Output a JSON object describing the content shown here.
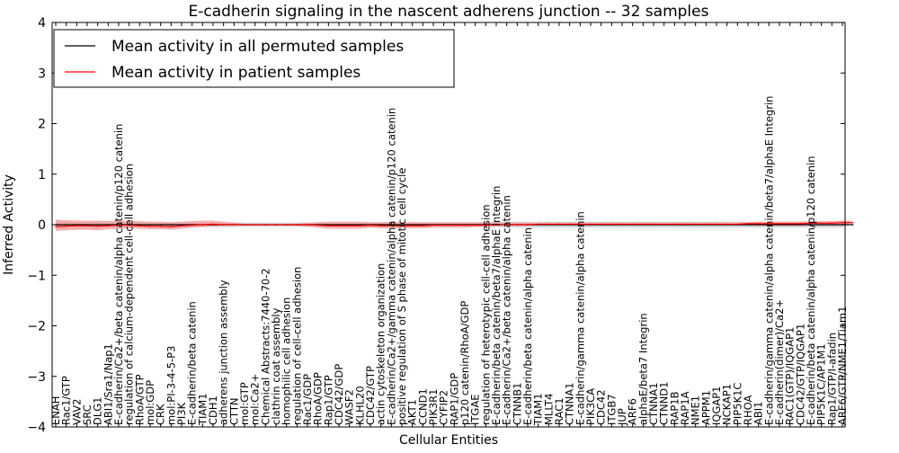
{
  "chart_data": {
    "type": "line",
    "title": "E-cadherin signaling in the nascent adherens junction -- 32 samples",
    "xlabel": "Cellular Entities",
    "ylabel": "Inferred Activity",
    "ylim": [
      -4,
      4
    ],
    "yticks": [
      "4",
      "3",
      "2",
      "1",
      "0",
      "−1",
      "−2",
      "−3",
      "−4"
    ],
    "grid": false,
    "legend_position": "top-left",
    "colors": {
      "permuted": "#000000",
      "patient": "#ff0000",
      "patient_band": "#f4a0a0",
      "permuted_band": "#c8c8cc"
    },
    "categories": [
      "ENAH",
      "Rac1/GTP",
      "VAV2",
      "SRC",
      "DLG1",
      "ABI1/Sra1/Nap1",
      "E-cadherin/Ca2+/beta catenin/alpha catenin/p120 catenin",
      "regulation of calcium-dependent cell-cell adhesion",
      "RhoA/GTP",
      "mol:GDP",
      "CRK",
      "mol:PI-3-4-5-P3",
      "PI3K",
      "E-cadherin/beta catenin",
      "TIAM1",
      "CDH1",
      "adherens junction assembly",
      "CTTN",
      "mol:GTP",
      "mol:Ca2+",
      "Chemical Abstracts:7440-70-2",
      "clathrin coat assembly",
      "homophilic cell adhesion",
      "regulation of cell-cell adhesion",
      "Rac1/GDP",
      "RhoA/GDP",
      "Rap1/GTP",
      "CDC42/GDP",
      "WASF2",
      "KLHL20",
      "CDC42/GTP",
      "actin cytoskeleton organization",
      "E-cadherin/Ca2+/gamma catenin/alpha catenin/p120 catenin",
      "positive regulation of S phase of mitotic cell cycle",
      "AKT1",
      "CCND1",
      "PIK3R1",
      "CYFIP2",
      "RAP1/GDP",
      "p120 catenin/RhoA/GDP",
      "ITGAE",
      "regulation of heterotypic cell-cell adhesion",
      "E-cadherin/beta catenin/beta7/alphaE Integrin",
      "E-cadherin/Ca2+/beta catenin/alpha catenin",
      "CTNNB1",
      "E-cadherin/beta catenin/alpha catenin",
      "TIAM1",
      "MLLT4",
      "RAC1",
      "CTNNA1",
      "E-cadherin/gamma catenin/alpha catenin",
      "PIK3CA",
      "CDC42",
      "ITGB7",
      "JUP",
      "ARF6",
      "alphaE/beta7 Integrin",
      "CTNNA1",
      "CTNND1",
      "RAP1B",
      "RAP1A",
      "NME1",
      "APPM1",
      "IQGAP1",
      "NCKAP1",
      "PIP5K1C",
      "RHOA",
      "ABI1",
      "E-cadherin/gamma catenin/alpha catenin/beta7/alphaE Integrin",
      "E-cadherin(dimer)/Ca2+",
      "RAC1(GTP)/IQGAP1",
      "CDC42/GTP/IQGAP1",
      "E-cadherin/beta catenin/alpha catenin/p120 catenin",
      "PIP5K1C/AP1M1",
      "Rap1/GTP/I-afadin",
      "ARF6/GTP/NME1/Tiam1"
    ],
    "series": [
      {
        "name": "Mean activity in all permuted samples",
        "values": [
          0,
          0,
          0,
          0,
          0,
          0,
          0,
          0,
          0,
          0,
          0,
          0,
          0,
          0,
          0,
          0,
          0,
          0,
          0,
          0,
          0,
          0,
          0,
          0,
          0,
          0,
          0,
          0,
          0,
          0,
          0,
          0,
          0,
          0,
          0,
          0,
          0,
          0,
          0,
          0,
          0,
          0,
          0,
          0,
          0,
          0,
          0,
          0,
          0,
          0,
          0,
          0,
          0,
          0,
          0,
          0,
          0,
          0,
          0,
          0,
          0,
          0,
          0,
          0,
          0,
          0,
          0,
          0,
          0,
          0,
          0,
          0,
          0,
          0,
          0,
          0,
          0
        ],
        "band_low": [
          -0.06,
          -0.06,
          -0.06,
          -0.06,
          -0.06,
          -0.05,
          -0.05,
          -0.05,
          -0.05,
          -0.05,
          -0.05,
          -0.05,
          -0.05,
          -0.05,
          -0.05,
          -0.05,
          -0.05,
          -0.05,
          -0.04,
          -0.04,
          -0.04,
          -0.04,
          -0.04,
          -0.04,
          -0.05,
          -0.05,
          -0.05,
          -0.05,
          -0.05,
          -0.05,
          -0.05,
          -0.05,
          -0.05,
          -0.05,
          -0.05,
          -0.05,
          -0.05,
          -0.05,
          -0.05,
          -0.05,
          -0.05,
          -0.05,
          -0.05,
          -0.06,
          -0.06,
          -0.06,
          -0.06,
          -0.06,
          -0.06,
          -0.06,
          -0.06,
          -0.06,
          -0.06,
          -0.06,
          -0.06,
          -0.06,
          -0.06,
          -0.06,
          -0.06,
          -0.06,
          -0.06,
          -0.06,
          -0.06,
          -0.06,
          -0.06,
          -0.06,
          -0.06,
          -0.06,
          -0.06,
          -0.06,
          -0.06,
          -0.06,
          -0.06,
          -0.06,
          -0.06,
          -0.06,
          -0.06
        ],
        "band_high": [
          0.06,
          0.06,
          0.06,
          0.06,
          0.06,
          0.05,
          0.05,
          0.05,
          0.05,
          0.05,
          0.05,
          0.05,
          0.05,
          0.05,
          0.05,
          0.05,
          0.05,
          0.05,
          0.04,
          0.04,
          0.04,
          0.04,
          0.04,
          0.04,
          0.05,
          0.05,
          0.05,
          0.05,
          0.05,
          0.05,
          0.05,
          0.05,
          0.05,
          0.05,
          0.05,
          0.05,
          0.05,
          0.05,
          0.05,
          0.05,
          0.05,
          0.05,
          0.05,
          0.06,
          0.06,
          0.06,
          0.06,
          0.06,
          0.06,
          0.06,
          0.06,
          0.06,
          0.06,
          0.06,
          0.06,
          0.06,
          0.06,
          0.06,
          0.06,
          0.06,
          0.06,
          0.06,
          0.06,
          0.06,
          0.06,
          0.06,
          0.06,
          0.06,
          0.06,
          0.06,
          0.06,
          0.06,
          0.06,
          0.06,
          0.06,
          0.06,
          0.06
        ]
      },
      {
        "name": "Mean activity in patient samples",
        "values": [
          -0.04,
          -0.03,
          -0.02,
          -0.02,
          -0.03,
          -0.02,
          -0.01,
          -0.01,
          -0.02,
          -0.03,
          -0.03,
          -0.04,
          -0.02,
          -0.01,
          0,
          0.01,
          0,
          0,
          0,
          0,
          0,
          0,
          0,
          0,
          0,
          -0.01,
          -0.02,
          -0.02,
          -0.02,
          -0.02,
          -0.01,
          -0.02,
          -0.02,
          -0.02,
          -0.02,
          -0.02,
          -0.01,
          -0.01,
          -0.01,
          -0.01,
          -0.01,
          -0.01,
          0,
          0,
          0,
          0,
          0.01,
          0.01,
          0.01,
          0.01,
          0.01,
          0.01,
          0.01,
          0.01,
          0.01,
          0.01,
          0.01,
          0.01,
          0.01,
          0.01,
          0.01,
          0.01,
          0.01,
          0.01,
          0.01,
          0.01,
          0.02,
          0.02,
          0.02,
          0.02,
          0.02,
          0.02,
          0.03,
          0.03,
          0.03,
          0.04,
          0.04
        ],
        "band_low": [
          -0.12,
          -0.11,
          -0.1,
          -0.1,
          -0.11,
          -0.09,
          -0.08,
          -0.07,
          -0.08,
          -0.09,
          -0.09,
          -0.1,
          -0.08,
          -0.06,
          -0.05,
          -0.03,
          -0.02,
          -0.01,
          -0.01,
          -0.01,
          -0.01,
          -0.01,
          -0.01,
          -0.02,
          -0.03,
          -0.06,
          -0.08,
          -0.08,
          -0.08,
          -0.08,
          -0.06,
          -0.07,
          -0.07,
          -0.07,
          -0.07,
          -0.07,
          -0.06,
          -0.06,
          -0.06,
          -0.06,
          -0.05,
          -0.04,
          -0.03,
          -0.02,
          -0.02,
          -0.02,
          -0.01,
          -0.01,
          -0.01,
          -0.01,
          -0.01,
          -0.01,
          -0.01,
          -0.01,
          -0.01,
          -0.01,
          -0.01,
          -0.01,
          -0.01,
          -0.01,
          -0.01,
          -0.01,
          -0.01,
          -0.01,
          -0.01,
          -0.01,
          -0.02,
          -0.02,
          -0.02,
          -0.02,
          -0.02,
          -0.02,
          -0.02,
          -0.02,
          -0.02,
          -0.02,
          -0.02
        ],
        "band_high": [
          0.1,
          0.09,
          0.08,
          0.08,
          0.08,
          0.07,
          0.08,
          0.08,
          0.07,
          0.06,
          0.06,
          0.05,
          0.06,
          0.07,
          0.08,
          0.08,
          0.06,
          0.04,
          0.02,
          0.01,
          0.01,
          0.01,
          0.01,
          0.02,
          0.03,
          0.05,
          0.06,
          0.06,
          0.06,
          0.06,
          0.05,
          0.05,
          0.05,
          0.05,
          0.05,
          0.05,
          0.05,
          0.05,
          0.05,
          0.05,
          0.05,
          0.05,
          0.05,
          0.04,
          0.04,
          0.04,
          0.04,
          0.04,
          0.04,
          0.04,
          0.04,
          0.04,
          0.04,
          0.04,
          0.04,
          0.04,
          0.04,
          0.04,
          0.04,
          0.04,
          0.04,
          0.04,
          0.04,
          0.04,
          0.04,
          0.04,
          0.05,
          0.06,
          0.06,
          0.06,
          0.06,
          0.06,
          0.07,
          0.07,
          0.07,
          0.08,
          0.08
        ]
      }
    ]
  }
}
